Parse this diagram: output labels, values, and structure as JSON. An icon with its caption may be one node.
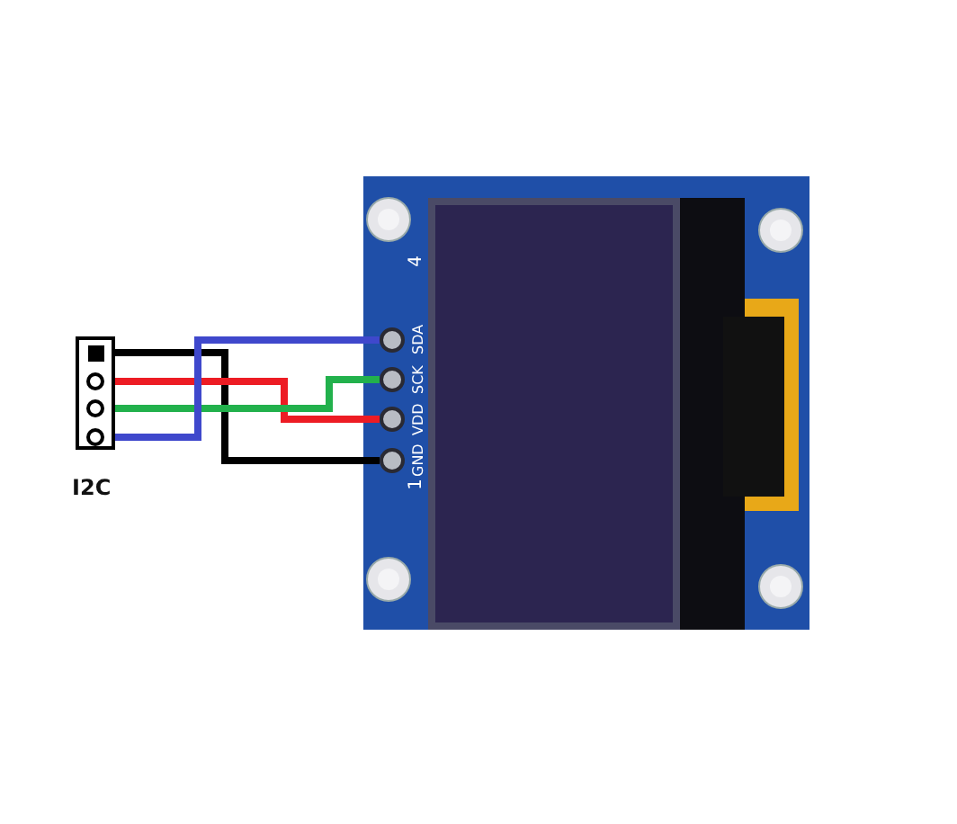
{
  "diagram": {
    "nodes": [
      {
        "text": [
          "I2C"
        ]
      },
      {
        "text": [],
        "shape": "box",
        "in": 0
      },
      {
        "text": [],
        "shape": "circle",
        "in": 0
      },
      {
        "text": [],
        "shape": "circle",
        "in": 0
      },
      {
        "text": [],
        "shape": "circle",
        "in": 0
      },
      {
        "text": [],
        "shape": "picture"
      },
      {
        "text": [
          "SDA"
        ],
        "in": 5
      },
      {
        "text": [
          "SCK"
        ],
        "in": 5
      },
      {
        "text": [
          "VDD"
        ],
        "in": 5
      },
      {
        "text": [
          "GND"
        ],
        "in": 5
      }
    ],
    "edges": [
      {
        "from": 1,
        "to": 9,
        "arrow": "none",
        "color": "#000000"
      },
      {
        "from": 2,
        "to": 8,
        "arrow": "none",
        "color": "#ed1c24"
      },
      {
        "from": 3,
        "to": 7,
        "arrow": "none",
        "color": "#22b14c"
      },
      {
        "from": 4,
        "to": 6,
        "arrow": "none",
        "color": "#3f48cc"
      }
    ],
    "labels": [
      "4",
      "1"
    ]
  }
}
